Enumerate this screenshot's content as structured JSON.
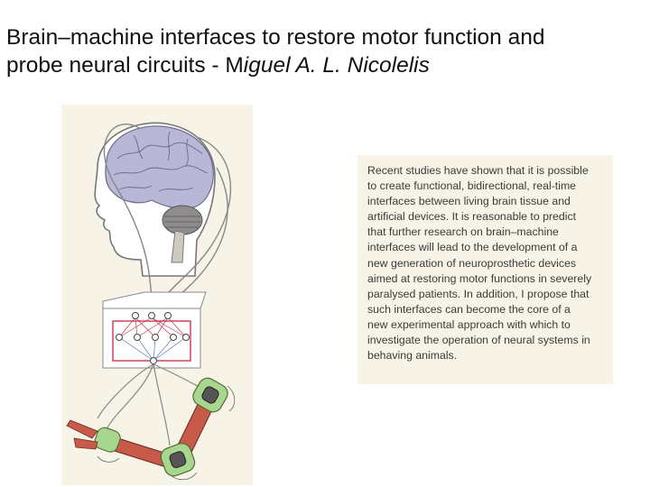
{
  "slide": {
    "title_line1": "Brain–machine interfaces to restore motor function and",
    "title_line2_plain": "probe neural circuits - M",
    "title_line2_italic": "iguel A. L. Nicolelis"
  },
  "figure": {
    "icons": [
      "human-head-with-brain",
      "neural-network-decoder-box",
      "robotic-arm"
    ],
    "colors": {
      "panel_bg": "#f7f3e6",
      "brain": "#b9b7d6",
      "arm_link": "#c85a4a",
      "joint": "#a8d68e",
      "wire": "#888888"
    }
  },
  "abstract": {
    "lines": [
      "Recent studies have shown that it is possible",
      "to create functional, bidirectional, real-time",
      "interfaces between living brain tissue and",
      "artificial devices. It is reasonable to predict",
      "that further research on brain–machine",
      "interfaces will lead to the development of a",
      "new generation of neuroprosthetic devices",
      "aimed at restoring motor functions in severely",
      "paralysed patients. In addition, I propose that",
      "such interfaces can become the core of a",
      "new experimental approach with which to",
      "investigate the operation of neural systems in",
      "behaving animals."
    ]
  }
}
